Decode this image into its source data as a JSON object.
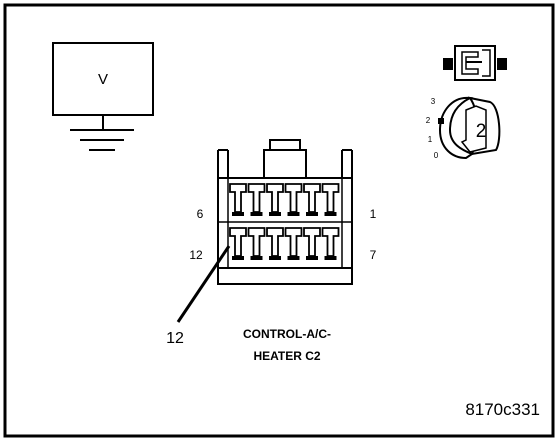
{
  "meter": {
    "label": "V"
  },
  "pin_labels": {
    "top_left": "6",
    "top_right": "1",
    "bottom_left": "12",
    "bottom_right": "7"
  },
  "pointer": {
    "label": "12"
  },
  "connector": {
    "name_line1": "CONTROL-A/C-",
    "name_line2": "HEATER C2"
  },
  "position_icon": {
    "number": "2",
    "scale": [
      "3",
      "2",
      "1",
      "0"
    ]
  },
  "figure_id": "8170c331"
}
